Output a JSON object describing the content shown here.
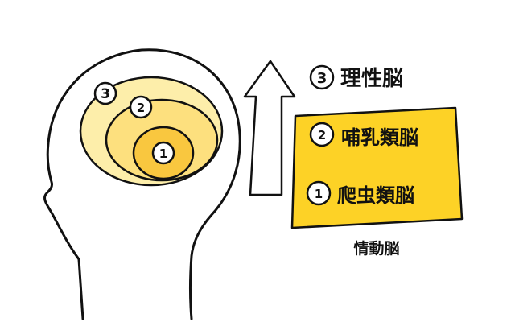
{
  "brain_layers": [
    {
      "number": "3",
      "name": "理性脳",
      "color": "#fdeeaa"
    },
    {
      "number": "2",
      "name": "哺乳類脳",
      "color": "#fde07e"
    },
    {
      "number": "1",
      "name": "爬虫類脳",
      "color": "#f9c73f"
    }
  ],
  "group_box": {
    "color": "#fdd226",
    "caption": "情動脳"
  },
  "outline_color": "#111111"
}
